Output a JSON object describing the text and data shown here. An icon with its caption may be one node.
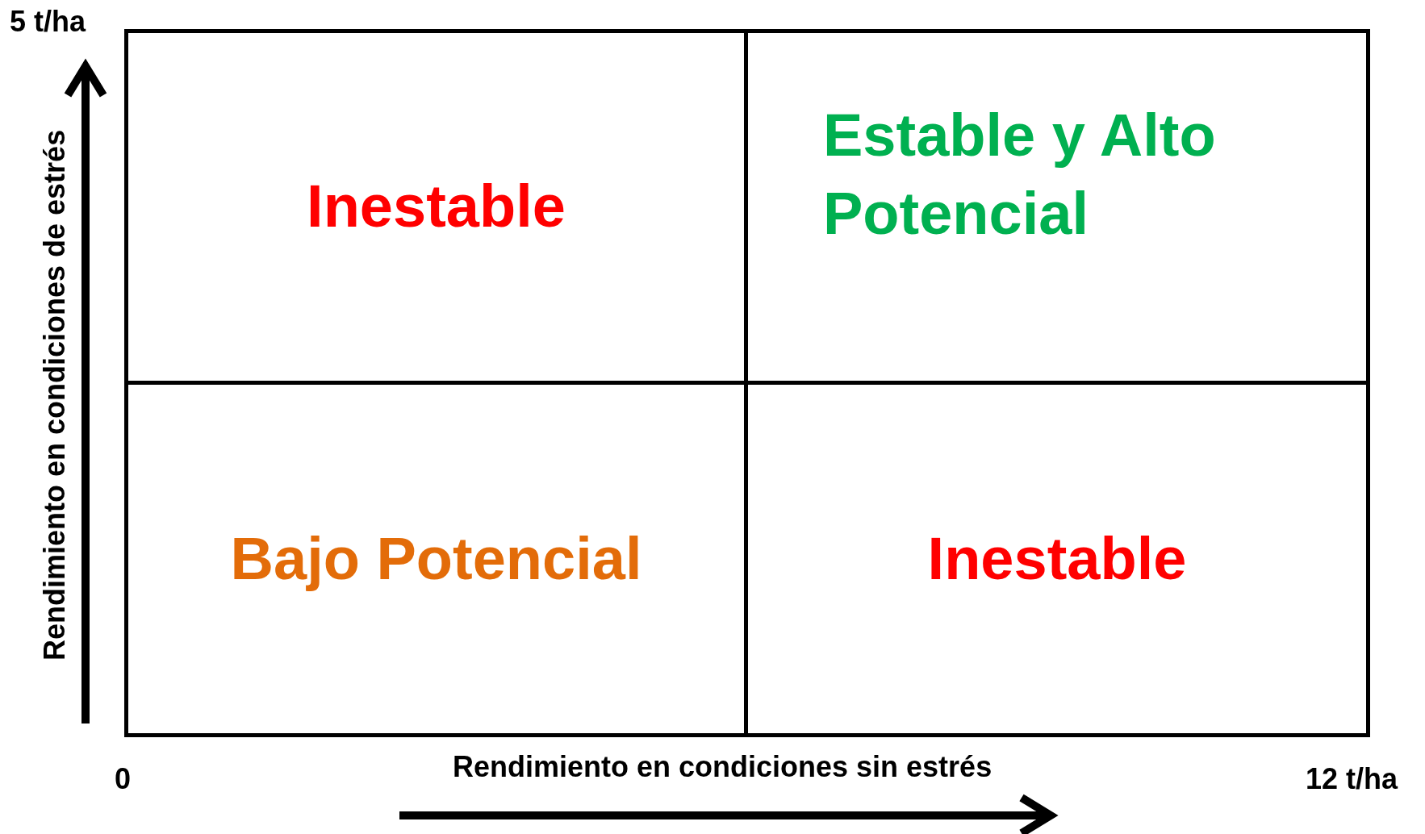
{
  "diagram": {
    "nodes": [
      {
        "text": [
          "Inestable"
        ]
      },
      {
        "text": [
          "Estable y Alto Potencial"
        ]
      },
      {
        "text": [
          "Bajo Potencial"
        ]
      },
      {
        "text": [
          "Inestable"
        ]
      }
    ],
    "labels": [
      "5 t/ha",
      "Rendimiento en condiciones de estrés",
      "0",
      "Rendimiento en condiciones sin estrés",
      "12 t/ha"
    ]
  }
}
